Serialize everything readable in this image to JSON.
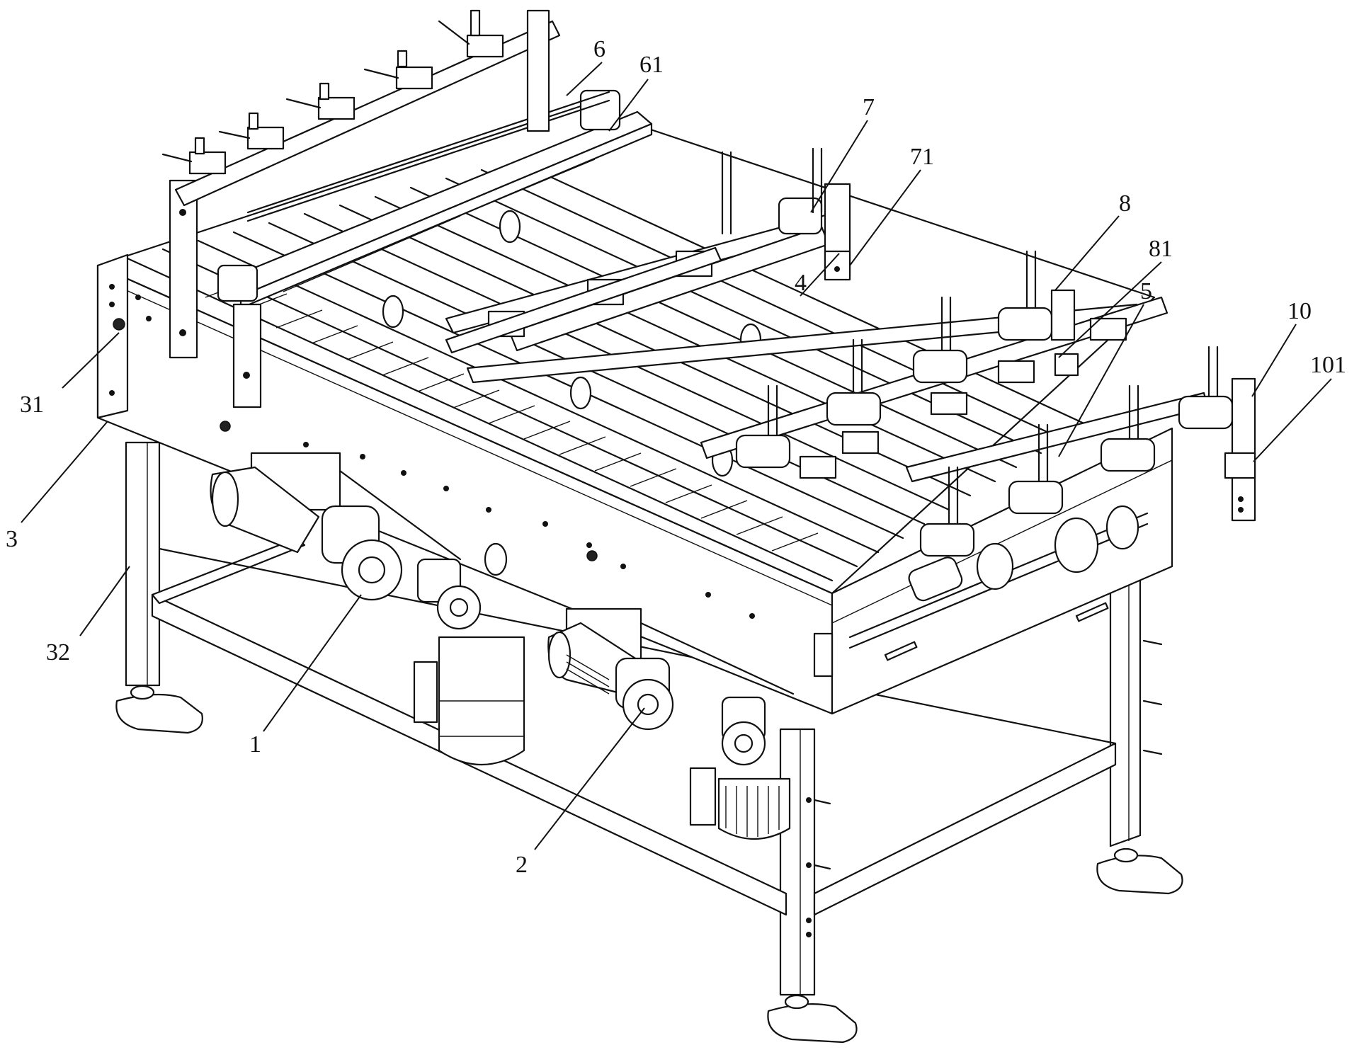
{
  "drawing": {
    "reference_labels": [
      {
        "id": "1",
        "text": "1"
      },
      {
        "id": "2",
        "text": "2"
      },
      {
        "id": "3",
        "text": "3"
      },
      {
        "id": "31",
        "text": "31"
      },
      {
        "id": "32",
        "text": "32"
      },
      {
        "id": "4",
        "text": "4"
      },
      {
        "id": "5",
        "text": "5"
      },
      {
        "id": "6",
        "text": "6"
      },
      {
        "id": "61",
        "text": "61"
      },
      {
        "id": "7",
        "text": "7"
      },
      {
        "id": "71",
        "text": "71"
      },
      {
        "id": "8",
        "text": "8"
      },
      {
        "id": "81",
        "text": "81"
      },
      {
        "id": "10",
        "text": "10"
      },
      {
        "id": "101",
        "text": "101"
      }
    ]
  }
}
